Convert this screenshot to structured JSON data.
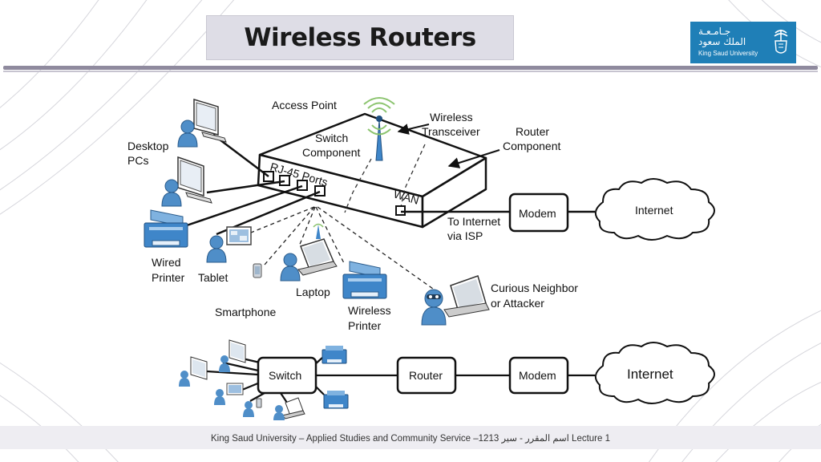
{
  "title": "Wireless Routers",
  "logo": {
    "arabic_line1": "جـامـعـة",
    "arabic_line2": "الملك سعود",
    "english": "King Saud University"
  },
  "footer": "King Saud University – Applied Studies and Community Service –1213 اسم المقرر - سير Lecture 1",
  "top_diagram": {
    "access_point": "Access Point",
    "switch_component_1": "Switch",
    "switch_component_2": "Component",
    "rj45": "RJ-45 Ports",
    "wan": "WAN",
    "wireless_transceiver_1": "Wireless",
    "wireless_transceiver_2": "Transceiver",
    "router_component_1": "Router",
    "router_component_2": "Component",
    "desktop_pcs_1": "Desktop",
    "desktop_pcs_2": "PCs",
    "wired_printer_1": "Wired",
    "wired_printer_2": "Printer",
    "tablet": "Tablet",
    "smartphone": "Smartphone",
    "laptop": "Laptop",
    "wireless_printer_1": "Wireless",
    "wireless_printer_2": "Printer",
    "curious_neighbor_1": "Curious Neighbor",
    "curious_neighbor_2": "or Attacker",
    "to_internet_1": "To Internet",
    "to_internet_2": "via ISP",
    "modem": "Modem",
    "internet": "Internet"
  },
  "bottom_diagram": {
    "switch": "Switch",
    "router": "Router",
    "modem": "Modem",
    "internet": "Internet"
  },
  "colors": {
    "device_blue": "#3f86c9",
    "person_blue": "#4f8ec8",
    "logo_blue": "#1f7fb7"
  }
}
